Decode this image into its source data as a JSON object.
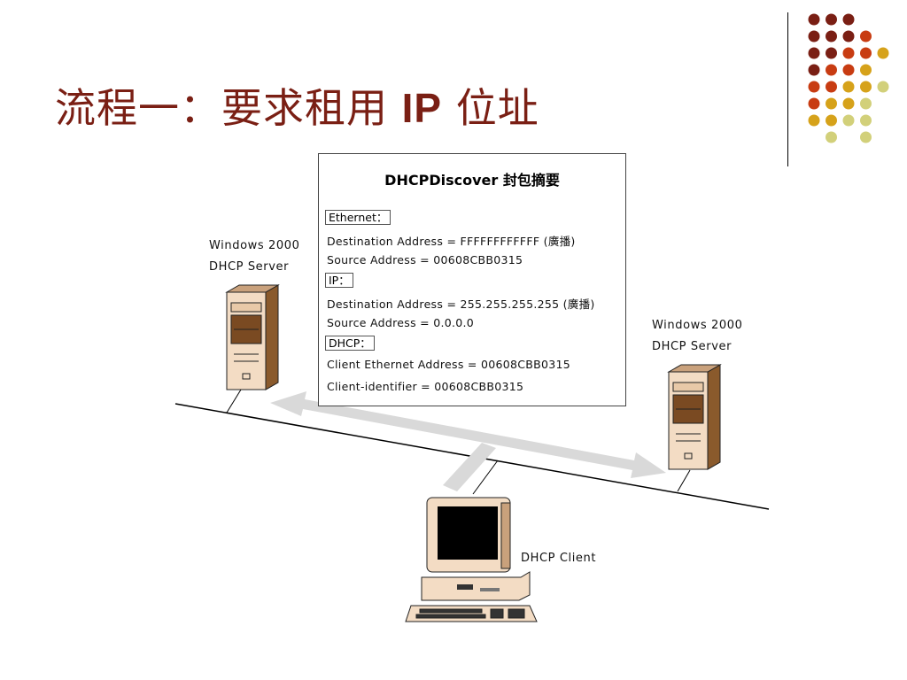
{
  "slide": {
    "title_prefix": "流程一：要求租用 ",
    "title_ip": "IP",
    "title_suffix": " 位址"
  },
  "packet": {
    "title": "DHCPDiscover 封包摘要",
    "ethernet_tag": "Ethernet：",
    "eth_dest": "Destination Address = FFFFFFFFFFFF (廣播)",
    "eth_src": "Source Address = 00608CBB0315",
    "ip_tag": "IP：",
    "ip_dest": "Destination Address = 255.255.255.255 (廣播)",
    "ip_src": "Source Address = 0.0.0.0",
    "dhcp_tag": "DHCP：",
    "dhcp_client_eth": "Client Ethernet Address = 00608CBB0315",
    "dhcp_client_id": "Client-identifier = 00608CBB0315"
  },
  "left_server": {
    "line1": "Windows 2000",
    "line2": "DHCP Server"
  },
  "right_server": {
    "line1": "Windows 2000",
    "line2": "DHCP Server"
  },
  "client": {
    "label": "DHCP Client"
  },
  "colors": {
    "title": "#7a1f14",
    "dot_dark": "#7a1f14",
    "dot_red": "#c83c12",
    "dot_gold": "#d6a21a",
    "dot_pale": "#d2d07a",
    "arrow": "#d9d9d9",
    "tower": "#f3dcc4",
    "tower_side": "#8a5a2c"
  }
}
